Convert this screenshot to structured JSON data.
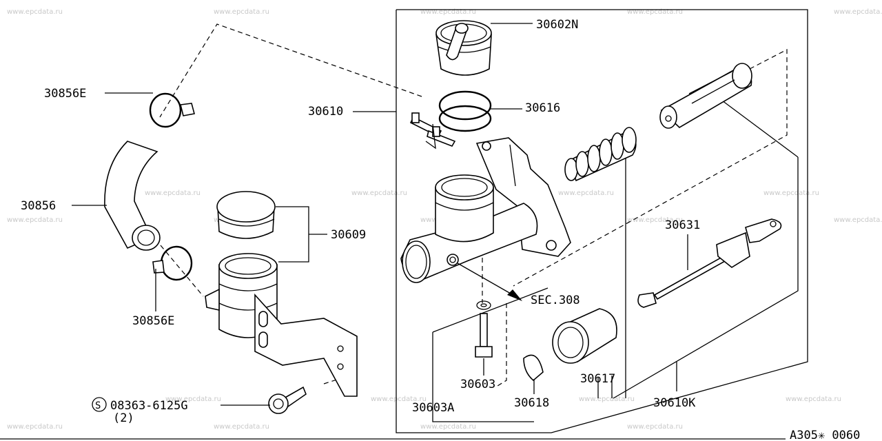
{
  "watermark": "www.epcdata.ru",
  "diagram_code": "A305✳ 0060",
  "labels": {
    "p30602N": "30602N",
    "p30616": "30616",
    "p30610": "30610",
    "p30856E_top": "30856E",
    "p30856": "30856",
    "p30609": "30609",
    "p30856E_bottom": "30856E",
    "p30631": "30631",
    "sec308": "SEC.308",
    "p30603": "30603",
    "p30603A": "30603A",
    "p30618": "30618",
    "p30617": "30617",
    "p30610K": "30610K",
    "bolt_code": "08363-6125G",
    "bolt_qty": "(2)",
    "bolt_symbol": "S"
  }
}
